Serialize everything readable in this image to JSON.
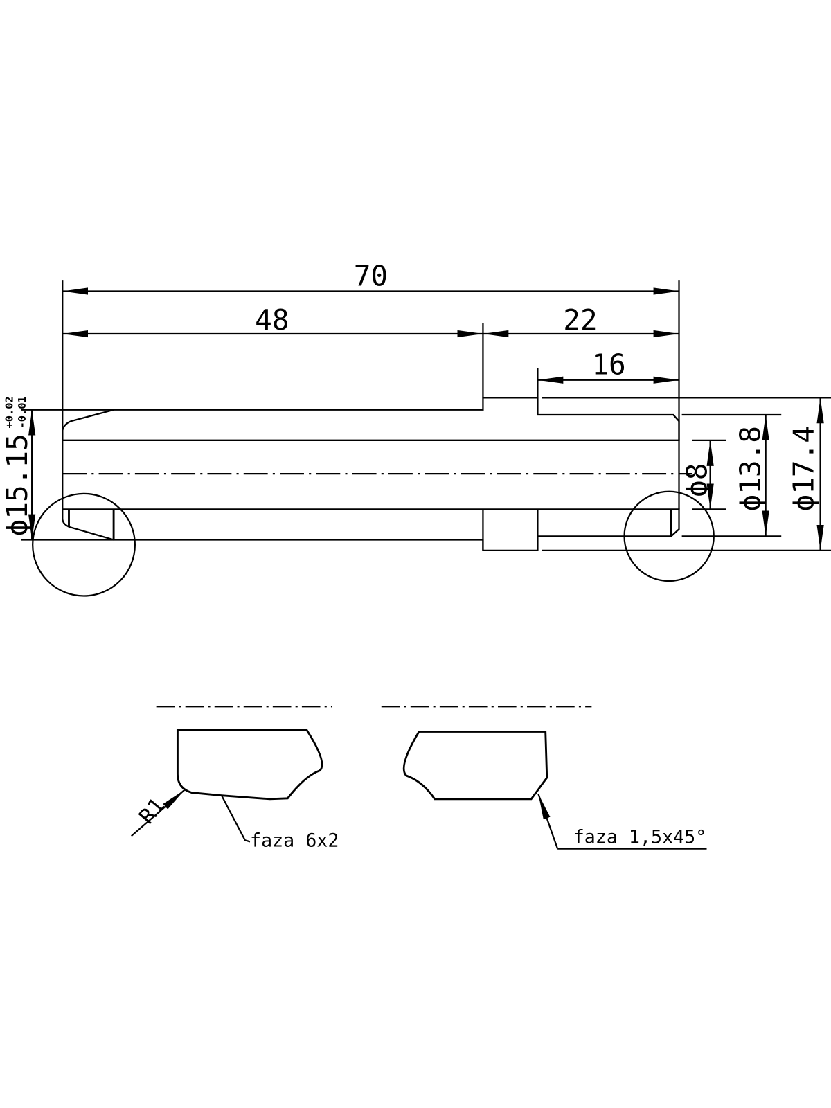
{
  "dimensions": {
    "overall_length": "70",
    "left_length": "48",
    "right_length": "22",
    "groove_offset": "16",
    "outer_dia_left": "ϕ15.15",
    "tol_upper": "+0.02",
    "tol_lower": "-0.01",
    "bore_dia": "ϕ8",
    "outer_dia_right": "ϕ13.8",
    "collar_dia": "ϕ17.4"
  },
  "details": {
    "radius_label": "R1",
    "left_chamfer": "faza 6x2",
    "right_chamfer": "faza 1,5x45°"
  },
  "colors": {
    "section_fill": "#a3a2a6",
    "line": "#000000"
  }
}
